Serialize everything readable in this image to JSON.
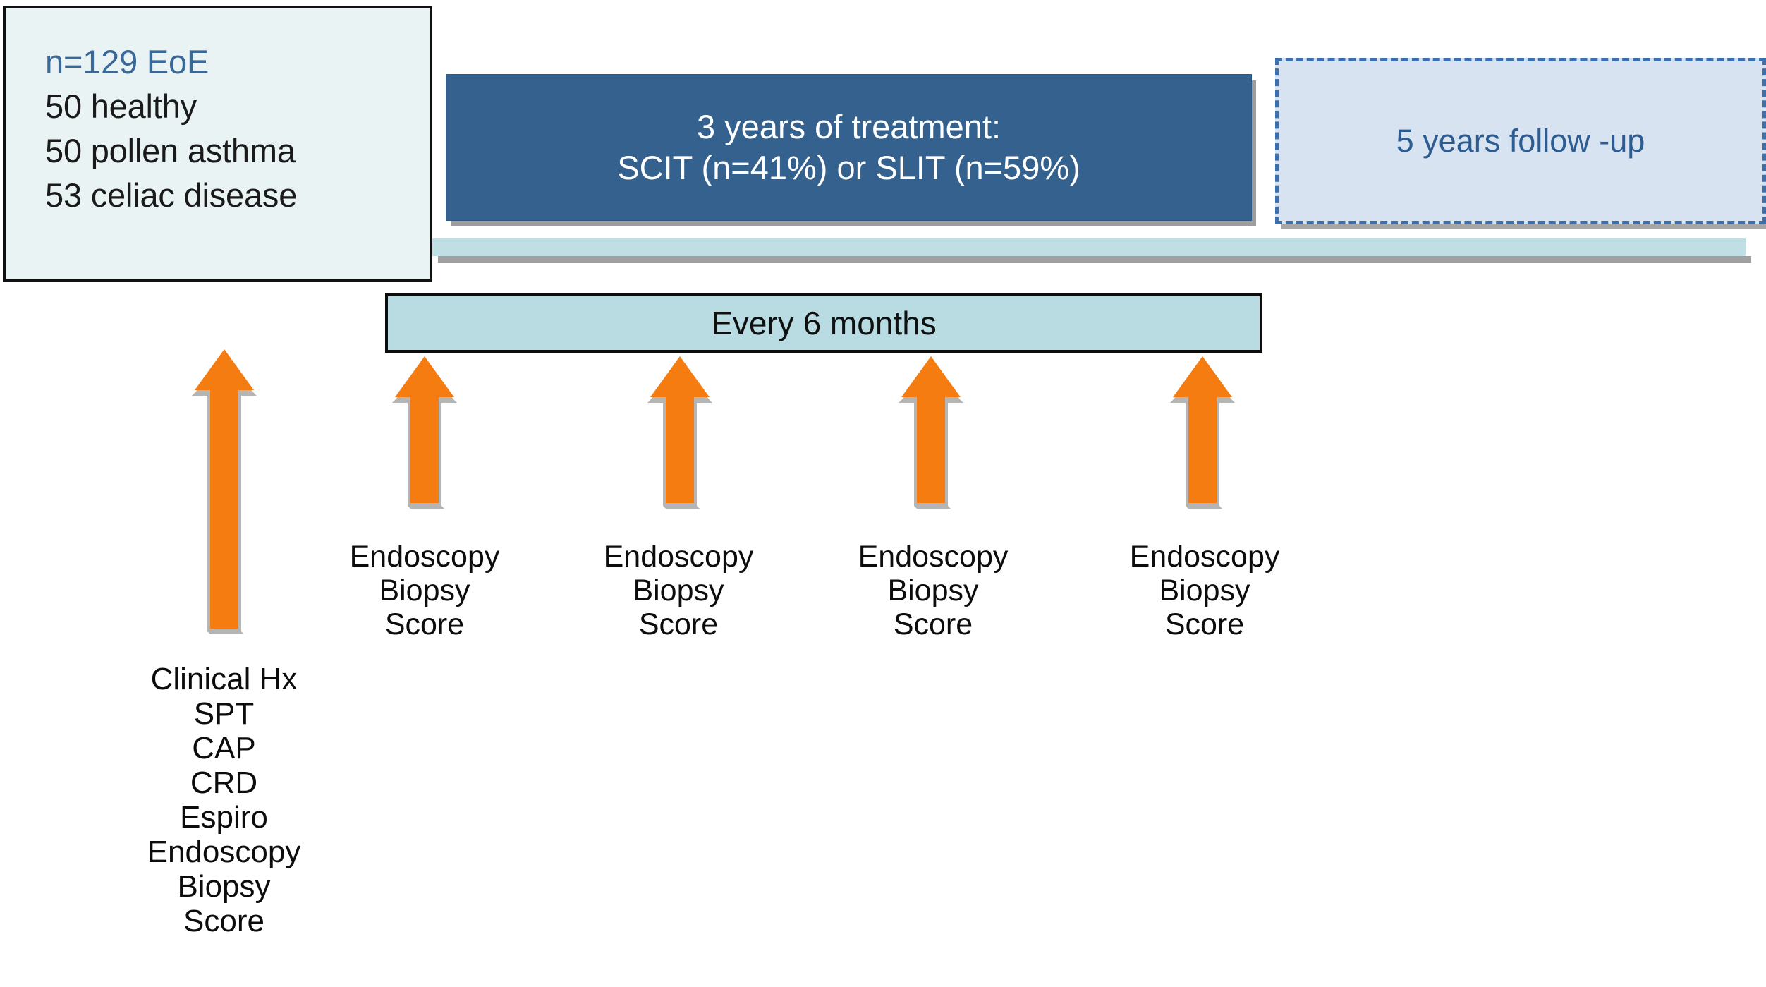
{
  "diagram": {
    "title": "EoE allergen immunotherapy study design",
    "colors": {
      "cohort_box_fill": "#e9f3f3",
      "cohort_accent_text": "#3a6999",
      "treatment_fill": "#35618f",
      "treatment_text": "#ffffff",
      "followup_fill": "#d7e3f1",
      "followup_border": "#3e6fad",
      "followup_text": "#2c5c92",
      "timeline_band": "#bfdfe4",
      "interval_bar_fill": "#b9dce2",
      "arrow_fill": "#f57c11",
      "shadow": "#a0a0a0",
      "body_text": "#0c0c0c"
    }
  },
  "cohort": {
    "lines": [
      {
        "text": "n=129 EoE",
        "accent": true
      },
      {
        "text": "50 healthy",
        "accent": false
      },
      {
        "text": "50 pollen asthma",
        "accent": false
      },
      {
        "text": "53 celiac disease",
        "accent": false
      }
    ]
  },
  "treatment": {
    "line1": "3 years of treatment:",
    "line2": "SCIT (n=41%) or SLIT (n=59%)"
  },
  "followup": {
    "label": "5 years follow -up"
  },
  "interval": {
    "label": "Every 6 months"
  },
  "baseline_assessment": {
    "lines": [
      "Clinical Hx",
      "SPT",
      "CAP",
      "CRD",
      "Espiro",
      "Endoscopy",
      "Biopsy",
      "Score"
    ]
  },
  "followup_assessments": [
    {
      "lines": [
        "Endoscopy",
        "Biopsy",
        "Score"
      ]
    },
    {
      "lines": [
        "Endoscopy",
        "Biopsy",
        "Score"
      ]
    },
    {
      "lines": [
        "Endoscopy",
        "Biopsy",
        "Score"
      ]
    },
    {
      "lines": [
        "Endoscopy",
        "Biopsy",
        "Score"
      ]
    }
  ],
  "arrows": [
    {
      "name": "baseline-arrow"
    },
    {
      "name": "visit-1-arrow"
    },
    {
      "name": "visit-2-arrow"
    },
    {
      "name": "visit-3-arrow"
    },
    {
      "name": "visit-4-arrow"
    }
  ]
}
